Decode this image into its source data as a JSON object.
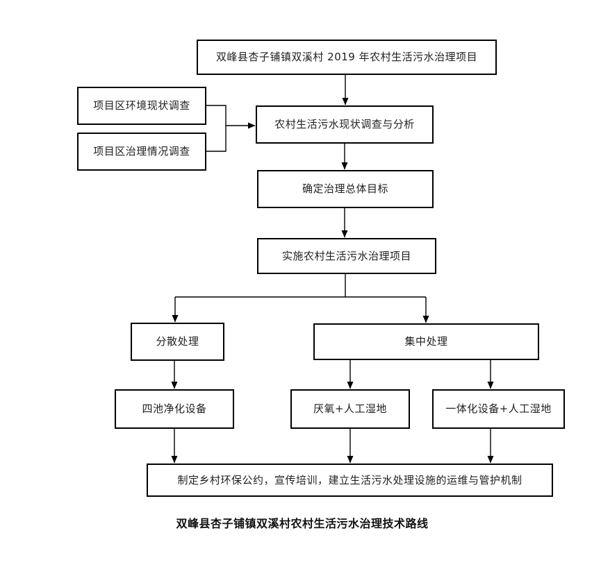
{
  "flowchart": {
    "nodes": {
      "project": {
        "label": "双峰县杏子铺镇双溪村 2019 年农村生活污水治理项目"
      },
      "env_survey": {
        "label": "项目区环境现状调查"
      },
      "treatment_survey": {
        "label": "项目区治理情况调查"
      },
      "status_analysis": {
        "label": "农村生活污水现状调查与分析"
      },
      "overall_goal": {
        "label": "确定治理总体目标"
      },
      "implement": {
        "label": "实施农村生活污水治理项目"
      },
      "dispersed": {
        "label": "分散处理"
      },
      "centralized": {
        "label": "集中处理"
      },
      "four_pond": {
        "label": "四池净化设备"
      },
      "anaerobic_wetland": {
        "label": "厌氧+人工湿地"
      },
      "integrated_wetland": {
        "label": "一体化设备+人工湿地"
      },
      "mechanism": {
        "label": "制定乡村环保公约，宣传培训，建立生活污水处理设施的运维与管护机制"
      }
    },
    "caption": "双峰县杏子铺镇双溪村农村生活污水治理技术路线",
    "colors": {
      "line": "#000000",
      "box_border": "#000000",
      "background": "#ffffff",
      "text": "#1f1f1f"
    }
  }
}
